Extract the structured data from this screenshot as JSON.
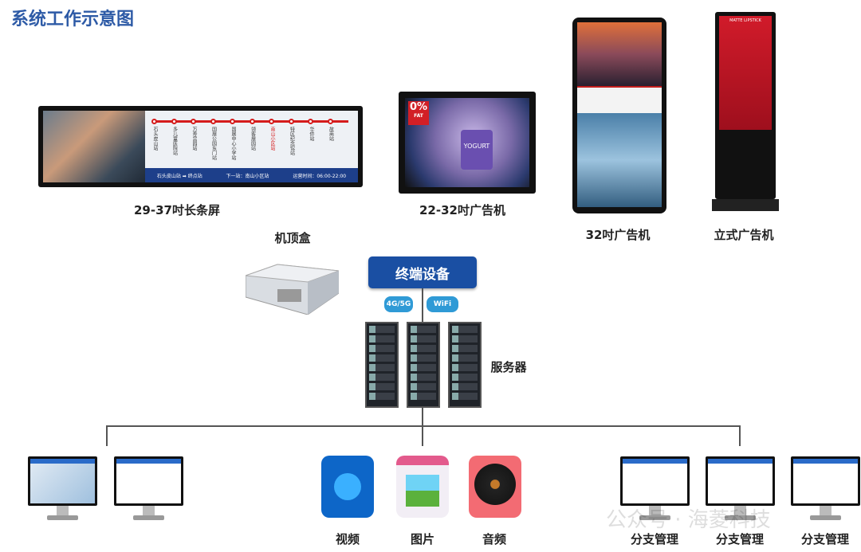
{
  "title": "系统工作示意图",
  "devices": {
    "bar_screen": {
      "label": "29-37吋长条屏",
      "stations": [
        "石头皮山站",
        "多儿童医院站",
        "万寿宫园站",
        "国展公园东门站",
        "国展中心小学站",
        "领客展园站",
        "南山小区站",
        "特区纪念馆站",
        "华侨站",
        "故商站"
      ],
      "current_station": "南山小区站",
      "footer": [
        "石头皮山站 ➡ 终点站",
        "下一站：南山小区站",
        "运营时间：06:00-22:00"
      ]
    },
    "ad_machine": {
      "label": "22-32吋广告机",
      "badge": "0%",
      "badge_sub": "FAT",
      "product": "YOGURT"
    },
    "vertical": {
      "label": "32吋广告机"
    },
    "standing": {
      "label": "立式广告机",
      "ad_text": "MATTE LIPSTICK"
    },
    "set_top_box": {
      "label": "机顶盒"
    }
  },
  "terminal": {
    "label": "终端设备",
    "net1": "4G/5G",
    "net2": "WiFi"
  },
  "server": {
    "label": "服务器"
  },
  "media": [
    {
      "label": "视频",
      "icon": "video-icon",
      "color": "#1679d8"
    },
    {
      "label": "图片",
      "icon": "image-icon",
      "color": "#e35a8c"
    },
    {
      "label": "音频",
      "icon": "audio-icon",
      "color": "#f36b73"
    }
  ],
  "branches": [
    {
      "label": "分支管理"
    },
    {
      "label": "分支管理"
    },
    {
      "label": "分支管理"
    }
  ],
  "watermark": "公众号 · 海菱科技"
}
